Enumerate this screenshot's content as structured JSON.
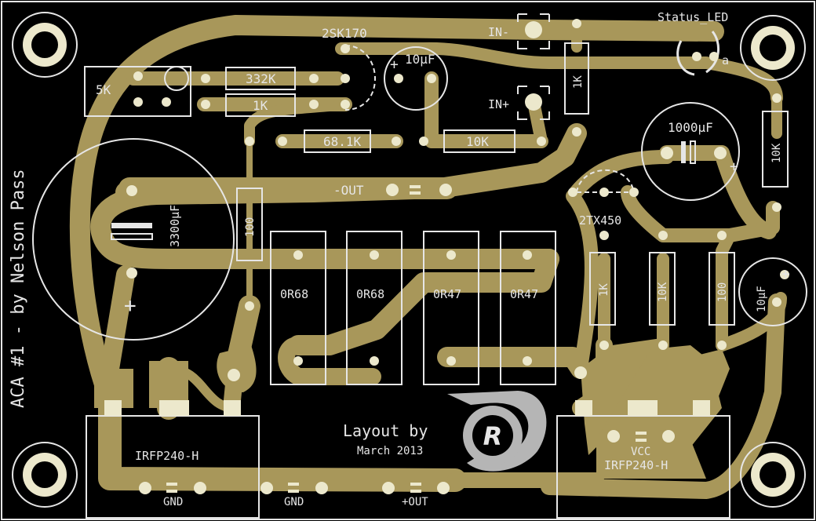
{
  "board": {
    "title_vertical": "ACA #1 - by Nelson Pass",
    "layout_credit": "Layout by",
    "date": "March 2013",
    "logo_letter": "R"
  },
  "components": {
    "trimmer": "5K",
    "r_332k": "332K",
    "r_1k_top": "1K",
    "jfet": "2SK170",
    "cap_10u_top": "10µF",
    "r_68k": "68.1K",
    "r_10k_mid": "10K",
    "r_1k_vert": "1K",
    "cap_1000u": "1000µF",
    "r_10k_right": "10K",
    "status_led": "Status_LED",
    "led_anode": "a",
    "cap_3300u": "3300µF",
    "r_100_left": "100",
    "transistor": "2TX450",
    "r_1k_lower": "1K",
    "r_10k_lower": "10K",
    "r_100_lower": "100",
    "cap_10u_right": "10µF",
    "r_0r68_a": "0R68",
    "r_0r68_b": "0R68",
    "r_0r47_a": "0R47",
    "r_0r47_b": "0R47",
    "mosfet_left": "IRFP240-H",
    "mosfet_right": "IRFP240-H"
  },
  "pads_labels": {
    "in_minus": "IN-",
    "in_plus": "IN+",
    "out_minus": "-OUT",
    "out_plus": "+OUT",
    "gnd_left": "GND",
    "gnd_mid": "GND",
    "vcc": "VCC"
  },
  "polarity": {
    "plus": "+"
  },
  "colors": {
    "copper": "#a8975a",
    "silkscreen": "#e6e6e6",
    "background": "#000000",
    "pad": "#ece8cc"
  }
}
